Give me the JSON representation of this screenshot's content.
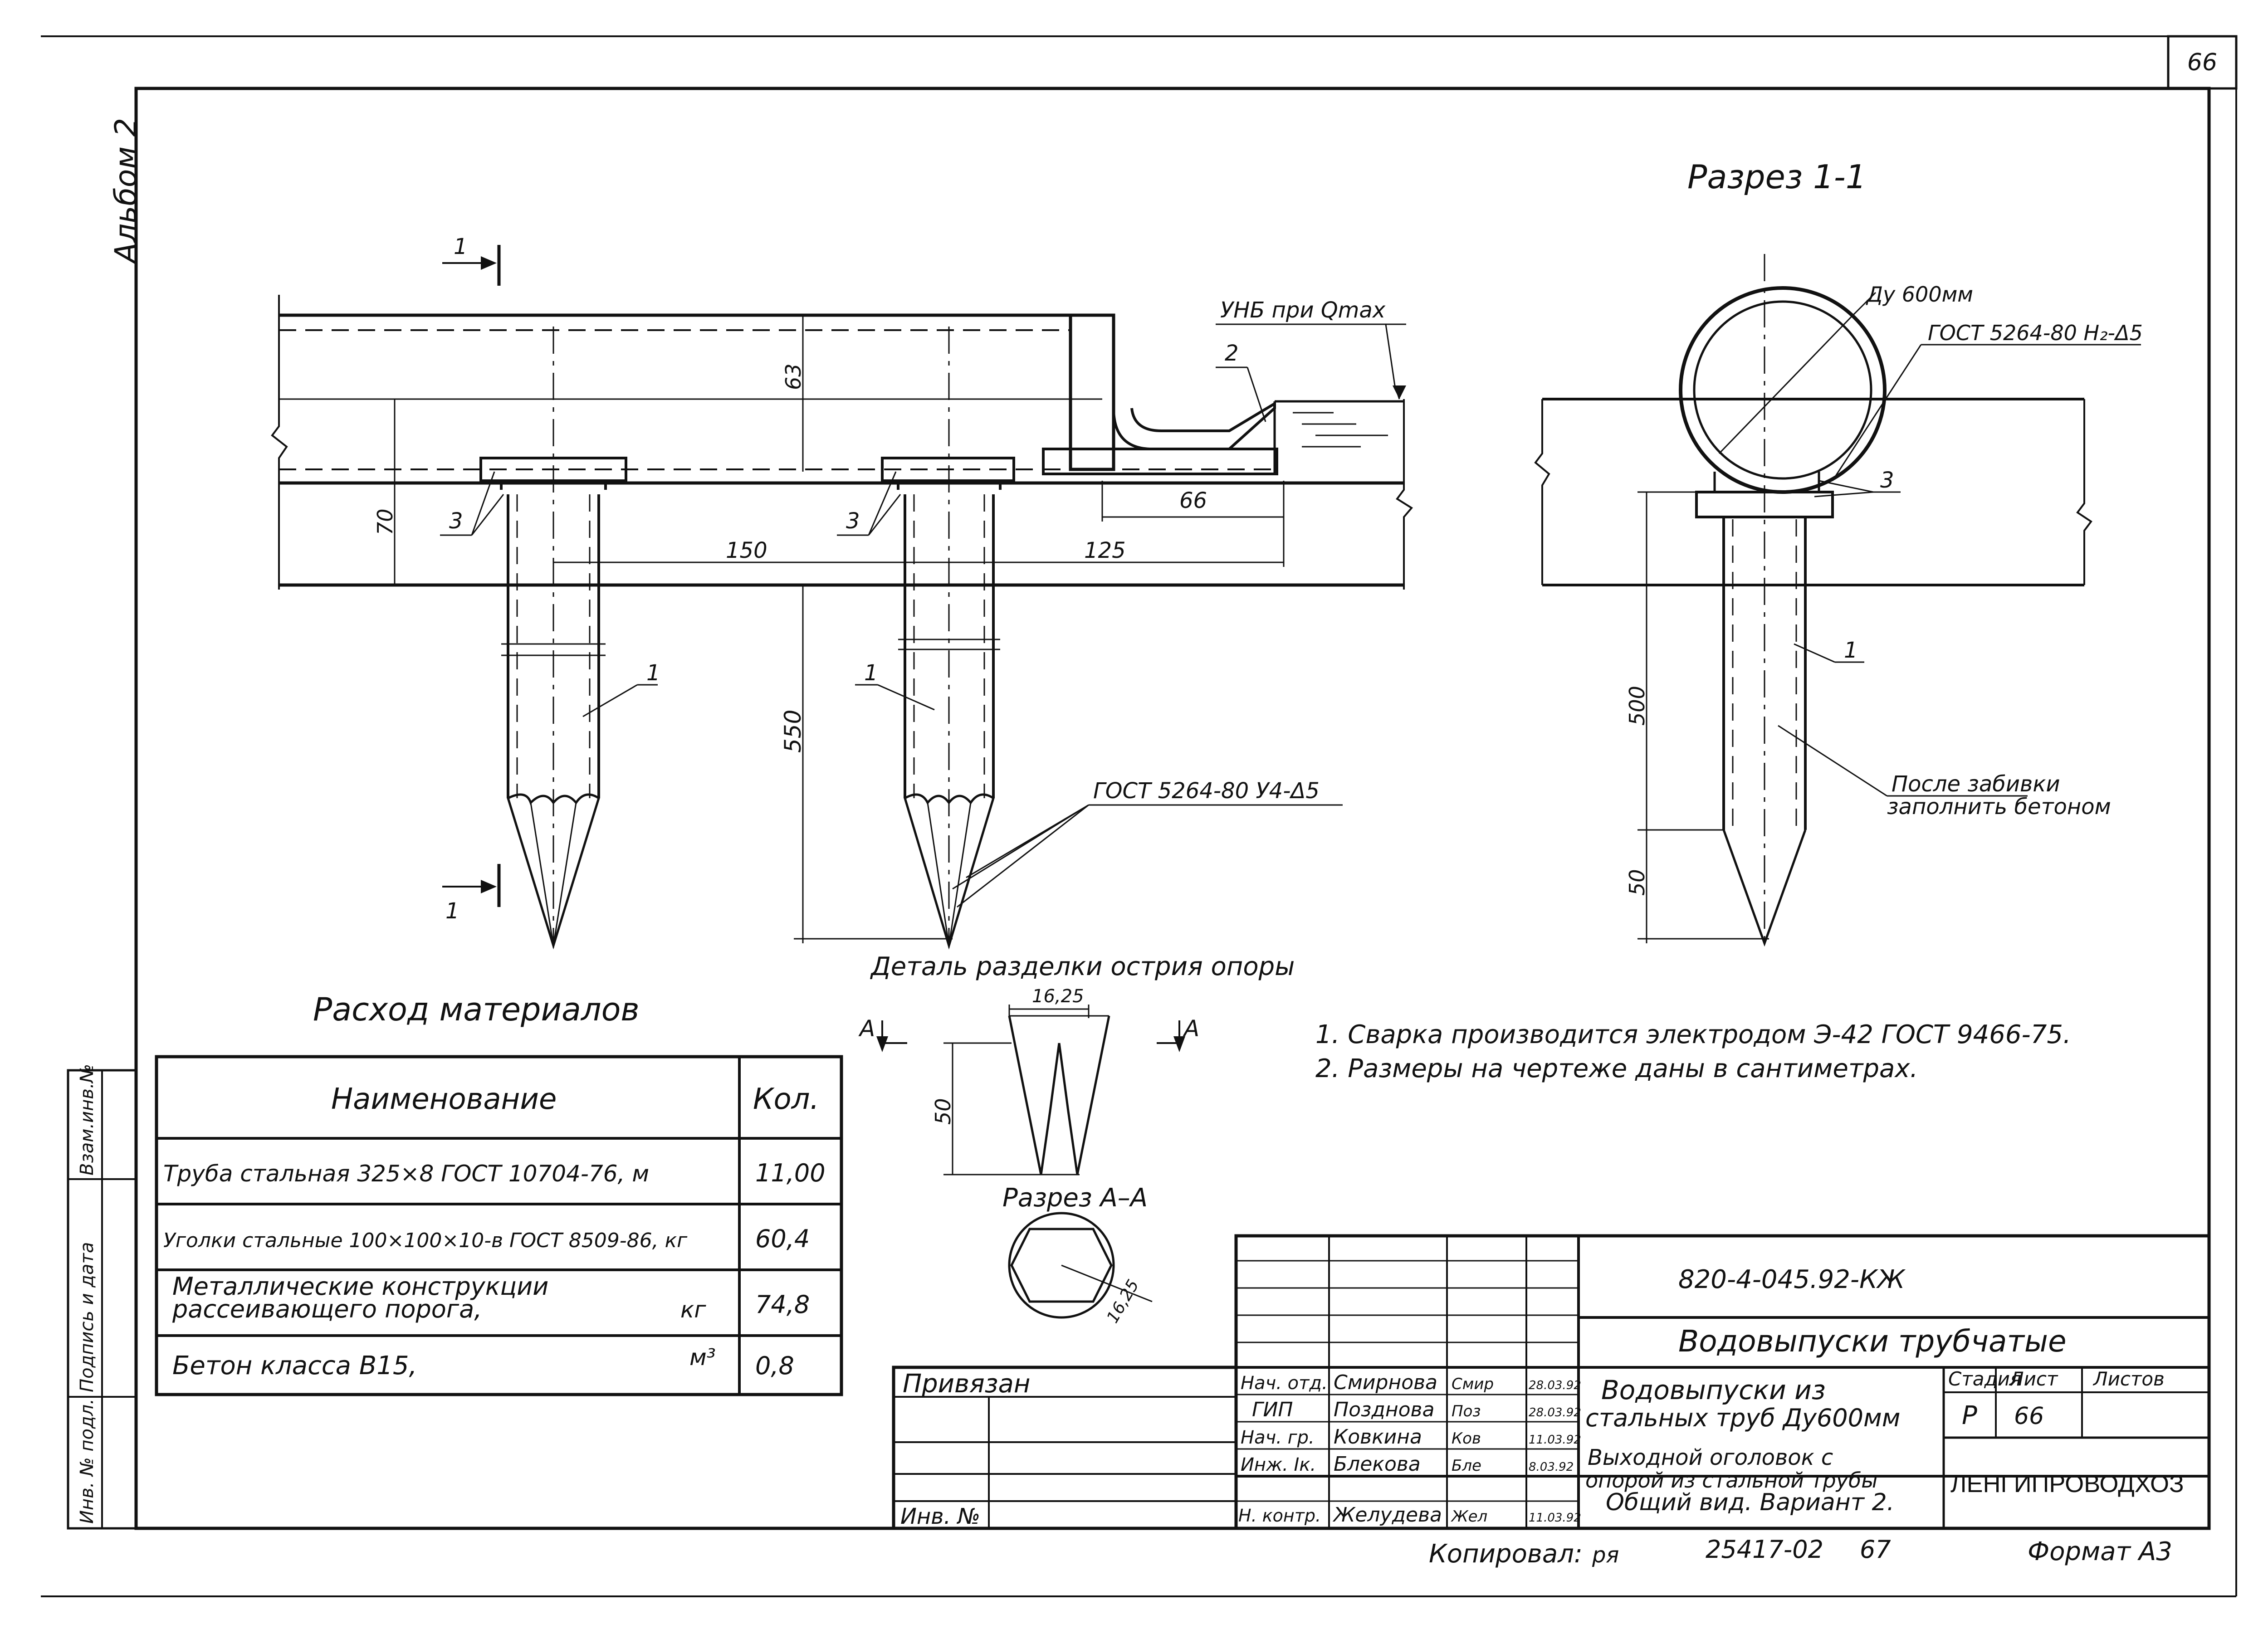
{
  "sheet_number_corner": "66",
  "album_label": "Альбом 2",
  "section_1_1": {
    "title": "Разрез 1-1",
    "pipe_label": "Ду 600мм",
    "weld_label": "ГОСТ 5264-80 Н₂-Δ5",
    "note_line1": "После забивки",
    "note_line2": "заполнить бетоном",
    "dim_500": "500",
    "dim_50": "50",
    "pos_1": "1",
    "pos_3": "3"
  },
  "elevation": {
    "cut_mark": "1",
    "water_level_label": "УНБ при Qmax",
    "weld_label": "ГОСТ 5264-80 У4-Δ5",
    "dim_63": "63",
    "dim_70": "70",
    "dim_150": "150",
    "dim_125": "125",
    "dim_66": "66",
    "dim_550": "550",
    "pos_1": "1",
    "pos_2": "2",
    "pos_3": "3"
  },
  "detail": {
    "title": "Деталь разделки острия опоры",
    "cut_label": "А",
    "dim_top": "16,25",
    "dim_height": "50",
    "section_title": "Разрез А–А",
    "section_dim": "16,25"
  },
  "notes": [
    "1. Сварка производится электродом Э-42 ГОСТ 9466-75.",
    "2. Размеры на чертеже даны в сантиметрах."
  ],
  "materials": {
    "title": "Расход материалов",
    "headers": [
      "Наименование",
      "Кол."
    ],
    "rows": [
      {
        "name": "Труба стальная 325×8 ГОСТ 10704-76, м",
        "qty": "11,00"
      },
      {
        "name": "Уголки стальные 100×100×10-в ГОСТ 8509-86, кг",
        "qty": "60,4"
      },
      {
        "name_line1": "Металлические конструкции",
        "name_line2": "рассеивающего порога,",
        "unit": "кг",
        "qty": "74,8"
      },
      {
        "name": "Бетон класса В15,",
        "unit": "м³",
        "qty": "0,8"
      }
    ]
  },
  "side_stamp": [
    "Инв. № подл.",
    "Подпись и дата",
    "Взам.инв.№"
  ],
  "title_block": {
    "project_code": "820-4-045.92-КЖ",
    "project_title": "Водовыпуски трубчатые",
    "sheet_title_line1": "Водовыпуски из",
    "sheet_title_line2": "стальных труб Ду600мм",
    "drawing_title_line1": "Выходной оголовок с",
    "drawing_title_line2": "опорой из стальной трубы",
    "drawing_title_line3": "Общий вид. Вариант 2.",
    "header_stage": "Стадия",
    "header_sheet": "Лист",
    "header_sheets": "Листов",
    "stage": "Р",
    "sheet": "66",
    "organization": "ЛЕНГИПРОВОДХОЗ",
    "bound_label": "Привязан",
    "inv_label": "Инв. №",
    "signatures": [
      {
        "role": "Нач. отд.",
        "name": "Смирнова",
        "sign": "Смир",
        "date": "28.03.92"
      },
      {
        "role": "ГИП",
        "name": "Позднова",
        "sign": "Поз",
        "date": "28.03.92"
      },
      {
        "role": "Нач. гр.",
        "name": "Ковкина",
        "sign": "Ков",
        "date": "11.03.92"
      },
      {
        "role": "Инж. Iк.",
        "name": "Блекова",
        "sign": "Бле",
        "date": "8.03.92"
      },
      {
        "role": "Н. контр.",
        "name": "Желудева",
        "sign": "Жел",
        "date": "11.03.92"
      }
    ]
  },
  "copied_by": "Копировал:",
  "copied_sign": "ря",
  "order_number": "25417-02",
  "page_number_bottom": "67",
  "format": "Формат А3"
}
